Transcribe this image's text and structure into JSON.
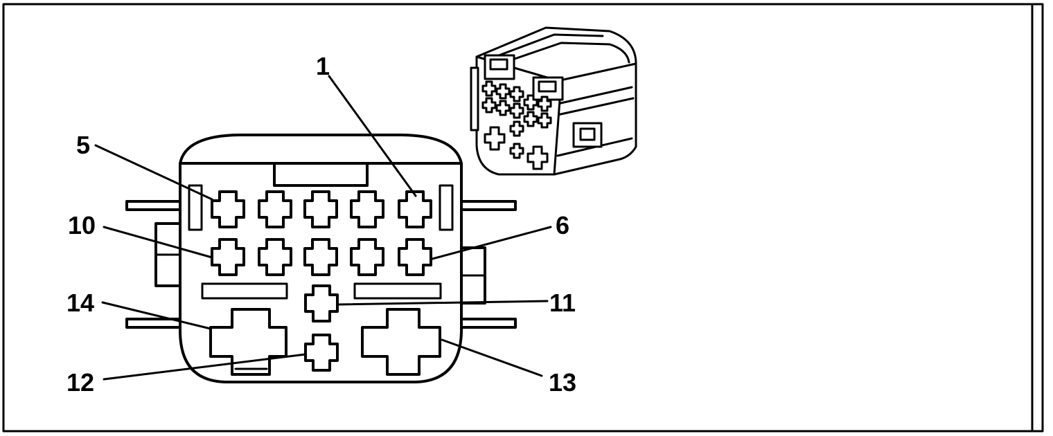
{
  "pin_labels": {
    "p1": "1",
    "p5": "5",
    "p6": "6",
    "p10": "10",
    "p11": "11",
    "p12": "12",
    "p13": "13",
    "p14": "14"
  },
  "colors": {
    "line": "#000000",
    "background": "#ffffff"
  }
}
